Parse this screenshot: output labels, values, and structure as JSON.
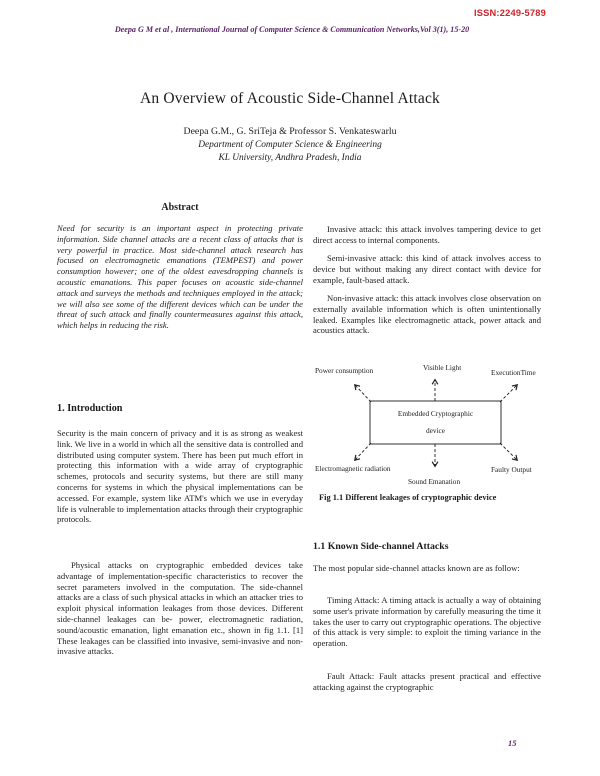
{
  "header": {
    "issn": "ISSN:2249-5789",
    "citation": "Deepa G M et al , International Journal of Computer Science & Communication Networks,Vol 3(1), 15-20"
  },
  "title_block": {
    "title": "An Overview of Acoustic Side-Channel Attack",
    "authors": "Deepa G.M., G. SriTeja & Professor S. Venkateswarlu",
    "department": "Department of Computer Science & Engineering",
    "university": "KL University, Andhra Pradesh, India"
  },
  "left_column": {
    "abstract_heading": "Abstract",
    "abstract_text": "Need for security is an important aspect in protecting private information. Side channel attacks are a recent class of attacks that is very powerful in practice. Most side-channel attack research has focused on electromagnetic emanations (TEMPEST) and power consumption however; one of the oldest eavesdropping channels is acoustic emanations. This paper focuses on acoustic side-channel attack and surveys the methods and techniques employed in the attack; we will also see some of the different devices which can be under the threat of such attack and finally countermeasures against this attack, which helps in reducing the risk.",
    "intro_heading": "1. Introduction",
    "intro_para1": "Security is the main concern of privacy and it is as strong as weakest link. We live in a world in which all the sensitive data is controlled and distributed using computer system. There has been put much effort in protecting this information with a wide array of cryptographic schemes, protocols and security systems, but there are still many concerns for systems in which the physical implementations can be accessed. For example, system like ATM's which we use in everyday life is vulnerable to implementation attacks through their cryptographic protocols.",
    "intro_para2": "Physical attacks on cryptographic embedded devices take advantage of implementation-specific characteristics to recover the secret parameters involved in the computation. The side-channel attacks are a class of such physical attacks in which an attacker tries to exploit physical information leakages from those devices. Different side-channel leakages can be- power, electromagnetic radiation, sound/acoustic emanation, light emanation etc., shown in fig 1.1. [1] These leakages can be classified into invasive, semi-invasive and non-invasive attacks."
  },
  "right_column": {
    "para_invasive": "Invasive attack: this attack involves tampering device to get direct access to internal components.",
    "para_semi_invasive": "Semi-invasive attack: this kind of attack involves access to device but without making any direct contact with device for example, fault-based attack.",
    "para_non_invasive": "Non-invasive attack: this attack involves close observation on externally available information which is often unintentionally leaked. Examples like electromagnetic attack, power attack and acoustics attack.",
    "figure": {
      "labels": {
        "power": "Power consumption",
        "visible_light": "Visible Light",
        "execution_time": "ExecutionTime",
        "em_radiation": "Electromagnetic radiation",
        "sound": "Sound Emanation",
        "faulty_output": "Faulty Output",
        "box_line1": "Embedded Cryptographic",
        "box_line2": "device"
      },
      "caption": "Fig 1.1 Different leakages of cryptographic device"
    },
    "section_heading": "1.1 Known Side-channel Attacks",
    "para_known_intro": "The most popular side-channel attacks known are as follow:",
    "para_timing": "Timing Attack: A timing attack is actually a way of obtaining some user's private information by carefully measuring the time it takes the user to carry out cryptographic operations. The objective of this attack is very simple: to exploit the timing variance in the operation.",
    "para_fault": "Fault Attack: Fault attacks present practical and effective attacking against the cryptographic"
  },
  "footer": {
    "page_number": "15"
  },
  "colors": {
    "issn_red": "#d0232a",
    "citation_purple": "#5a2565",
    "text_black": "#1c1c1c",
    "page_background": "#ffffff"
  }
}
